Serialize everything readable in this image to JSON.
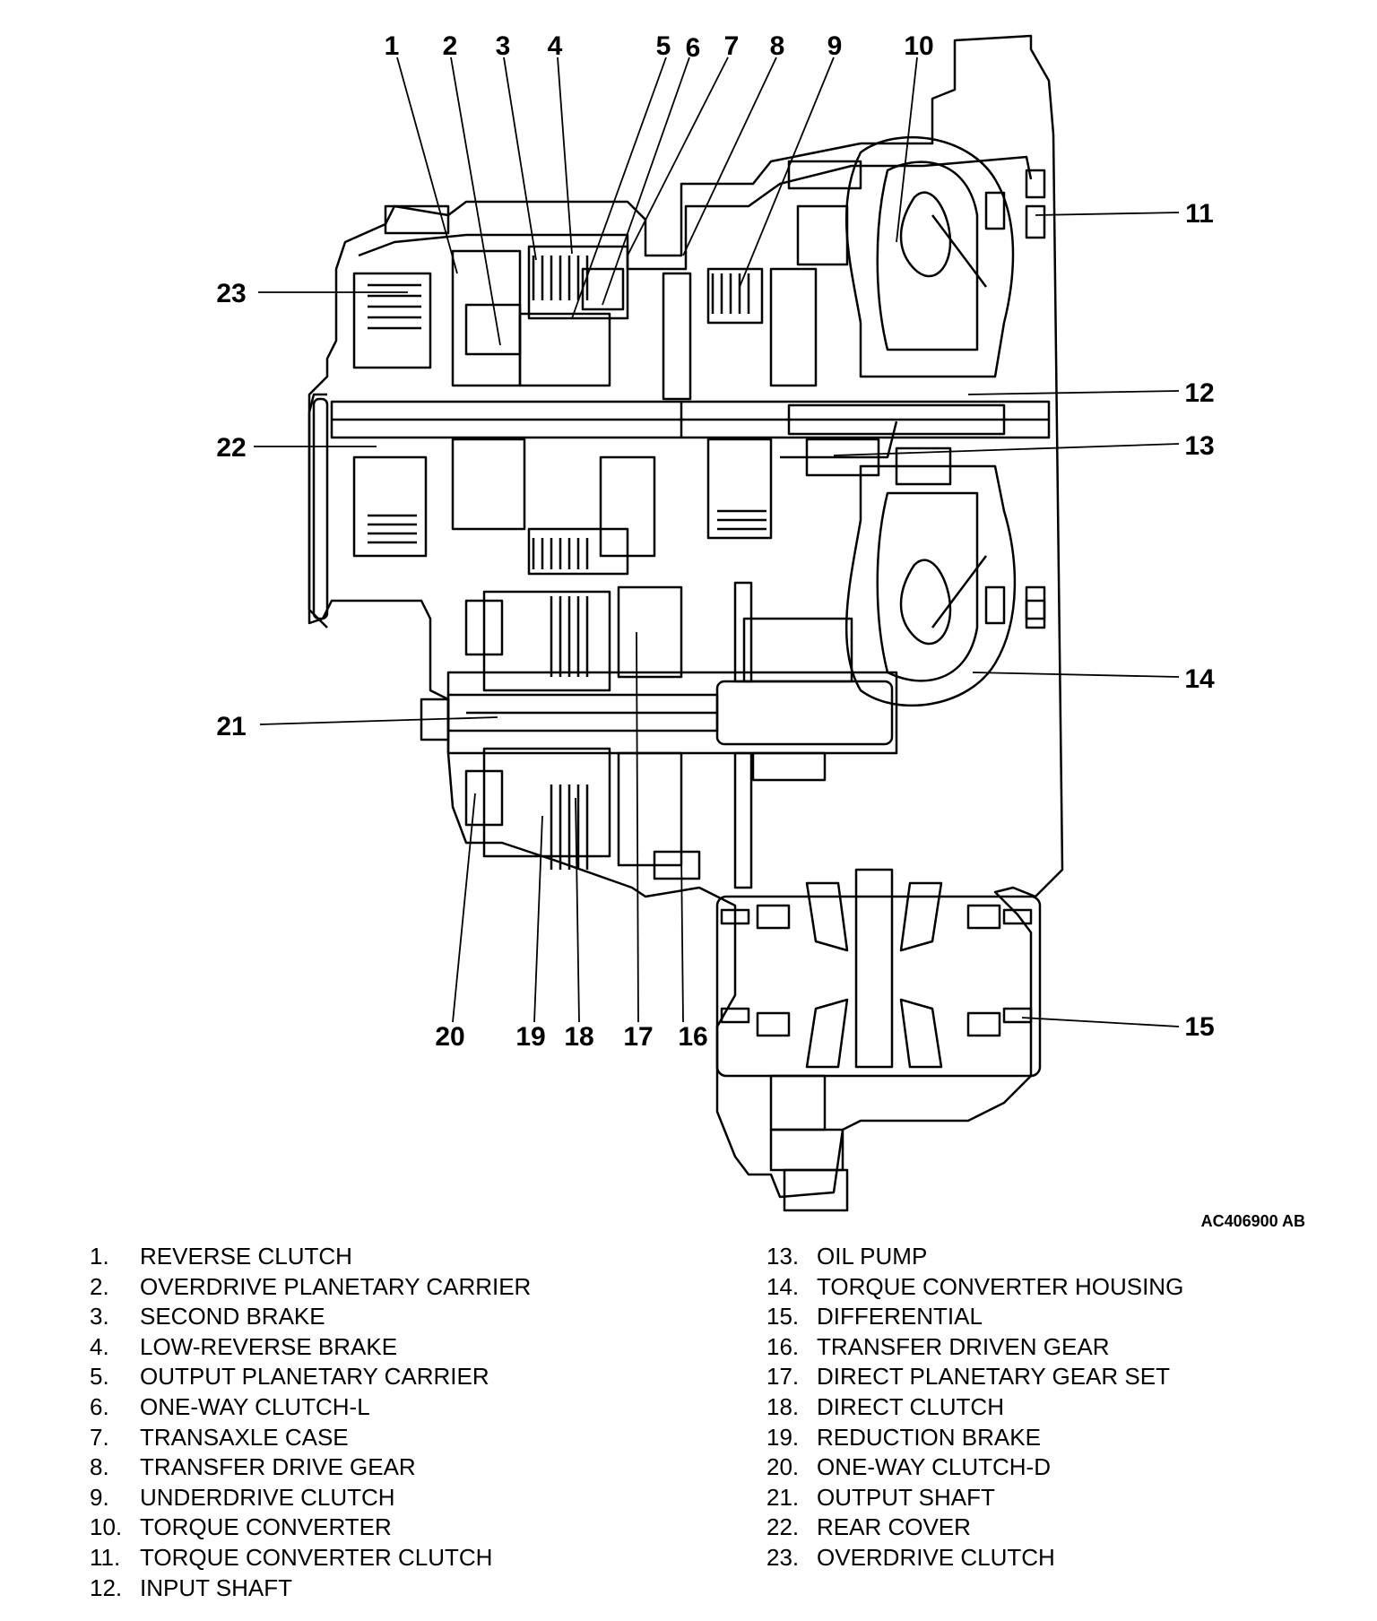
{
  "callouts": {
    "c1": "1",
    "c2": "2",
    "c3": "3",
    "c4": "4",
    "c5": "5",
    "c6": "6",
    "c7": "7",
    "c8": "8",
    "c9": "9",
    "c10": "10",
    "c11": "11",
    "c12": "12",
    "c13": "13",
    "c14": "14",
    "c15": "15",
    "c16": "16",
    "c17": "17",
    "c18": "18",
    "c19": "19",
    "c20": "20",
    "c21": "21",
    "c22": "22",
    "c23": "23"
  },
  "figure_code": "AC406900 AB",
  "legend_left": [
    {
      "num": "1.",
      "label": "REVERSE CLUTCH"
    },
    {
      "num": "2.",
      "label": "OVERDRIVE PLANETARY CARRIER"
    },
    {
      "num": "3.",
      "label": "SECOND BRAKE"
    },
    {
      "num": "4.",
      "label": "LOW-REVERSE BRAKE"
    },
    {
      "num": "5.",
      "label": "OUTPUT PLANETARY CARRIER"
    },
    {
      "num": "6.",
      "label": "ONE-WAY CLUTCH-L"
    },
    {
      "num": "7.",
      "label": "TRANSAXLE CASE"
    },
    {
      "num": "8.",
      "label": "TRANSFER DRIVE GEAR"
    },
    {
      "num": "9.",
      "label": "UNDERDRIVE CLUTCH"
    },
    {
      "num": "10.",
      "label": "TORQUE CONVERTER"
    },
    {
      "num": "11.",
      "label": "TORQUE CONVERTER CLUTCH"
    },
    {
      "num": "12.",
      "label": "INPUT SHAFT"
    }
  ],
  "legend_right": [
    {
      "num": "13.",
      "label": "OIL PUMP"
    },
    {
      "num": "14.",
      "label": "TORQUE CONVERTER HOUSING"
    },
    {
      "num": "15.",
      "label": "DIFFERENTIAL"
    },
    {
      "num": "16.",
      "label": "TRANSFER DRIVEN GEAR"
    },
    {
      "num": "17.",
      "label": "DIRECT PLANETARY GEAR SET"
    },
    {
      "num": "18.",
      "label": "DIRECT CLUTCH"
    },
    {
      "num": "19.",
      "label": "REDUCTION BRAKE"
    },
    {
      "num": "20.",
      "label": "ONE-WAY CLUTCH-D"
    },
    {
      "num": "21.",
      "label": "OUTPUT SHAFT"
    },
    {
      "num": "22.",
      "label": "REAR COVER"
    },
    {
      "num": "23.",
      "label": "OVERDRIVE CLUTCH"
    }
  ]
}
